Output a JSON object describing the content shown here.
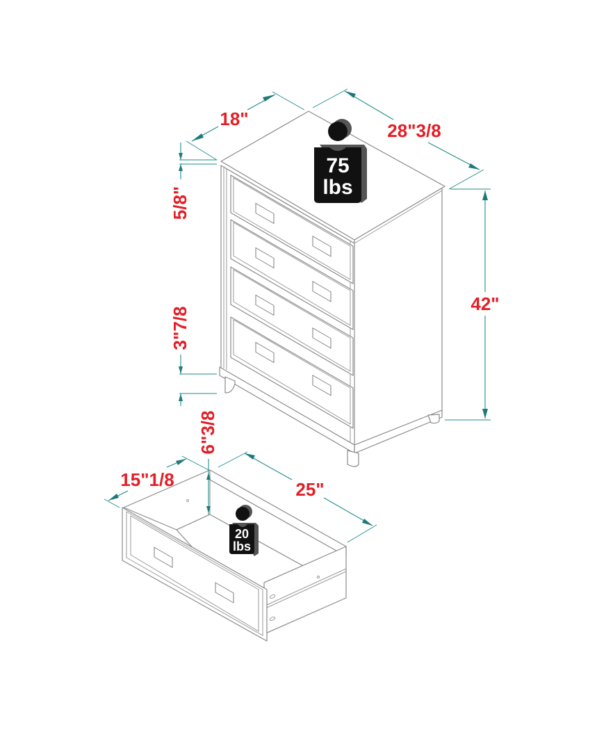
{
  "title": "4-Drawer Chest Dimensions",
  "colors": {
    "dimension_text": "#e31e26",
    "dimension_line": "#1e8a8a",
    "drawing_line": "#8a8a8a",
    "weight_badge": "#111111"
  },
  "chest": {
    "depth": "18\"",
    "width": "28\"3/8",
    "height": "42\"",
    "top_thickness": "5/8\"",
    "leg_height": "3\"7/8",
    "drawer_count": 4,
    "weight": {
      "value": "75",
      "unit": "lbs",
      "icon": "weight-icon"
    }
  },
  "drawer": {
    "depth": "15\"1/8",
    "width": "25\"",
    "inner_height": "6\"3/8",
    "weight": {
      "value": "20",
      "unit": "lbs",
      "icon": "weight-icon"
    }
  }
}
